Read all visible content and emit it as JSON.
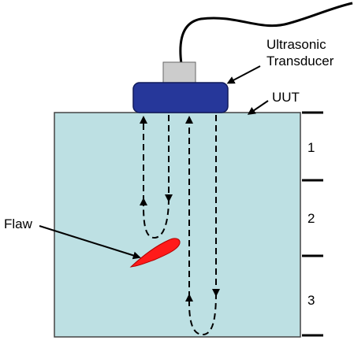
{
  "labels": {
    "transducer_line1": "Ultrasonic",
    "transducer_line2": "Transducer",
    "uut": "UUT",
    "flaw": "Flaw"
  },
  "zones": [
    "1",
    "2",
    "3"
  ],
  "colors": {
    "block_fill": "#bde0e3",
    "block_stroke": "#444444",
    "transducer_fill": "#26379a",
    "transducer_stroke": "#101a5a",
    "connector_fill": "#cccccc",
    "flaw_fill": "#ff1a1a",
    "line": "#000000"
  }
}
